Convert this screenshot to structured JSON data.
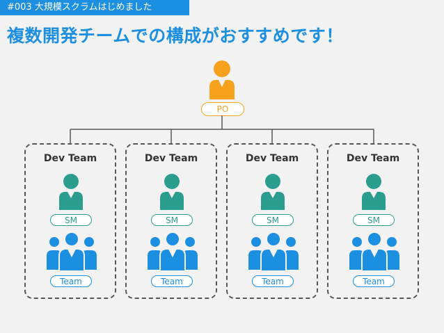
{
  "header": {
    "tag": "#003 大規模スクラムはじめました",
    "title": "複数開発チームでの構成がおすすめです！"
  },
  "product_owner": {
    "label": "PO",
    "color": "#f7a21d"
  },
  "colors": {
    "accent": "#1d8fe0",
    "sm": "#2a9d8f",
    "po": "#f7a21d",
    "team": "#1d8fe0"
  },
  "teams": [
    {
      "title": "Dev Team",
      "sm_label": "SM",
      "team_label": "Team"
    },
    {
      "title": "Dev Team",
      "sm_label": "SM",
      "team_label": "Team"
    },
    {
      "title": "Dev Team",
      "sm_label": "SM",
      "team_label": "Team"
    },
    {
      "title": "Dev Team",
      "sm_label": "SM",
      "team_label": "Team"
    }
  ]
}
